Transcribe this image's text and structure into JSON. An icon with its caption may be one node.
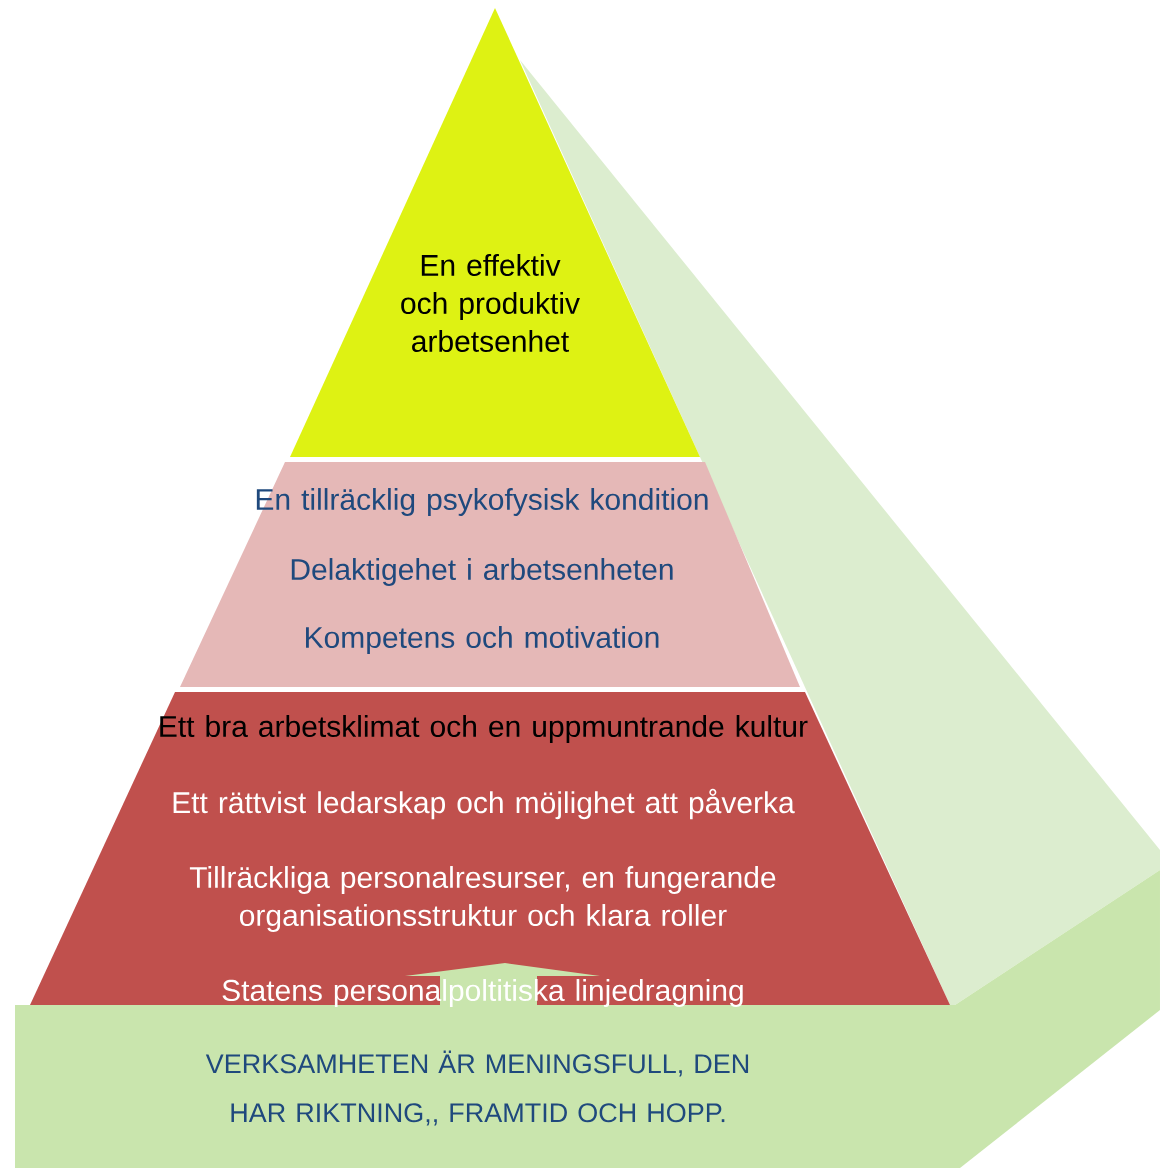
{
  "diagram": {
    "nodes": [
      {
        "text": [
          "En effektiv och produktiv arbetsenhet"
        ]
      },
      {
        "text": [
          "En tillräcklig psykofysisk kondition",
          "Delaktigehet i arbetsenheten",
          "Kompetens och motivation"
        ]
      },
      {
        "text": [
          "Ett bra arbetsklimat och en uppmuntrande kultur",
          "Ett rättvist ledarskap och möjlighet att påverka",
          "Tillräckliga personalresurser, en fungerande organisationsstruktur och klara roller",
          "Statens personalpoltitiska linjedragning"
        ]
      },
      {
        "text": [
          "VERKSAMHETEN ÄR MENINGSFULL, DEN HAR RIKTNING,, FRAMTID OCH HOPP."
        ]
      }
    ]
  }
}
